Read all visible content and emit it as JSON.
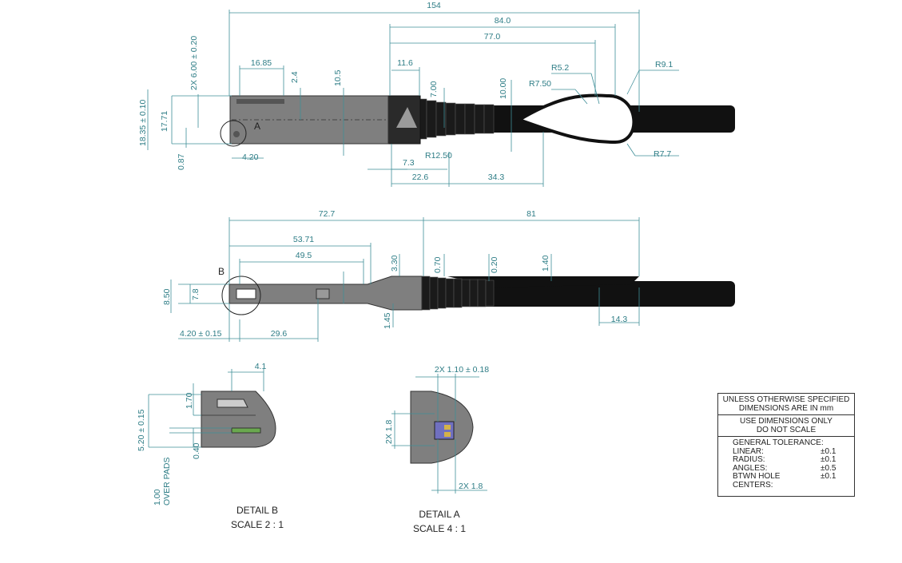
{
  "title_block": {
    "line1": "UNLESS OTHERWISE SPECIFIED",
    "line2": "DIMENSIONS ARE IN mm",
    "line3": "USE DIMENSIONS ONLY",
    "line4": "DO NOT SCALE",
    "tolerance_title": "GENERAL TOLERANCE:",
    "tolerances": [
      {
        "name": "LINEAR:",
        "value": "±0.1"
      },
      {
        "name": "RADIUS:",
        "value": "±0.1"
      },
      {
        "name": "ANGLES:",
        "value": "±0.5"
      },
      {
        "name": "BTWN HOLE CENTERS:",
        "value": "±0.1"
      }
    ]
  },
  "top_view": {
    "overall_length": "154",
    "d84": "84.0",
    "d77": "77.0",
    "d16_85": "16.85",
    "d2_4": "2.4",
    "d10_5": "10.5",
    "d11_6": "11.6",
    "d7_00": "7.00",
    "d10_00": "10.00",
    "r5_2": "R5.2",
    "r7_50": "R7.50",
    "r9_1": "R9.1",
    "r7_7": "R7.7",
    "r12_50": "R12.50",
    "d7_3": "7.3",
    "d22_6": "22.6",
    "d34_3": "34.3",
    "d4_20": "4.20",
    "d0_87": "0.87",
    "d17_71": "17.71",
    "d18_35": "18.35 ± 0.10",
    "d2x6": "2X 6.00 ± 0.20",
    "detail_ref": "A"
  },
  "side_view": {
    "d72_7": "72.7",
    "d81": "81",
    "d53_71": "53.71",
    "d49_5": "49.5",
    "d3_30": "3.30",
    "d0_70": "0.70",
    "d0_20": "0.20",
    "d1_40": "1.40",
    "d8_50": "8.50",
    "d7_8": "7.8",
    "d4_20": "4.20 ± 0.15",
    "d29_6": "29.6",
    "d1_45": "1.45",
    "d14_3": "14.3",
    "detail_ref": "B"
  },
  "detail_b": {
    "d4_1": "4.1",
    "d1_70": "1.70",
    "d5_20": "5.20 ± 0.15",
    "d0_40": "0.40",
    "d1_00": "1.00",
    "over_pads": "OVER PADS",
    "title": "DETAIL B",
    "scale": "SCALE 2 : 1"
  },
  "detail_a": {
    "d2x1_10": "2X 1.10 ± 0.18",
    "d2x1_8_v": "2X 1.8",
    "d2x1_8_h": "2X 1.8",
    "title": "DETAIL A",
    "scale": "SCALE 4 : 1"
  },
  "colors": {
    "dimension": "#2e7d86",
    "connector_body": "#7f7f7f",
    "cable": "#111111"
  }
}
